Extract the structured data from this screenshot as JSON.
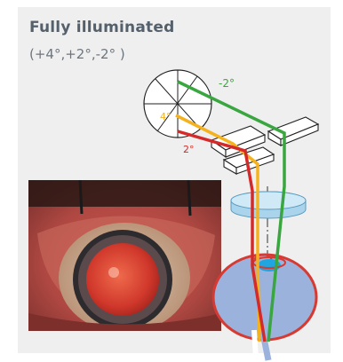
{
  "title": "Fully illuminated",
  "subtitle": "(+4°,+2°,-2° )",
  "beam_labels": {
    "minus2": "-2°",
    "plus4": "4°",
    "plus2": "2°"
  },
  "photo": {
    "icon": "eye-retroillumination-photo"
  },
  "colors": {
    "panel": "#efefef",
    "title": "#54606b",
    "beam_green": "#3aa63f",
    "beam_orange": "#f5b21f",
    "beam_red": "#d42a2a",
    "lens": "#bfe1f2",
    "eyeball": "#9bb3dc",
    "eye_outline": "#d63a32"
  }
}
